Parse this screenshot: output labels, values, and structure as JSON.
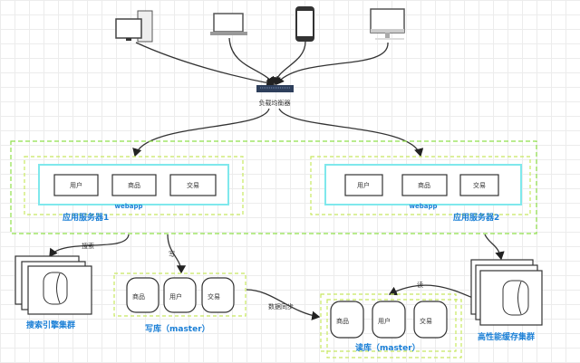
{
  "clients": [
    {
      "icon": "desktop-pc-icon"
    },
    {
      "icon": "laptop-icon"
    },
    {
      "icon": "smartphone-icon"
    },
    {
      "icon": "imac-icon"
    }
  ],
  "load_balancer": {
    "label": "负载均衡器",
    "icon": "network-switch-icon"
  },
  "app_servers": [
    {
      "label": "应用服务器1",
      "container": "webapp",
      "modules": [
        "用户",
        "商品",
        "交易"
      ]
    },
    {
      "label": "应用服务器2",
      "container": "webapp",
      "modules": [
        "用户",
        "商品",
        "交易"
      ]
    }
  ],
  "search_cluster": {
    "label": "搜索引擎集群"
  },
  "write_db": {
    "label": "写库（master）",
    "tables": [
      "商品",
      "用户",
      "交易"
    ]
  },
  "read_db": {
    "label": "读库（master）",
    "tables": [
      "商品",
      "用户",
      "交易"
    ]
  },
  "cache_cluster": {
    "label": "高性能缓存集群"
  },
  "edges": {
    "search": "搜索",
    "write": "写",
    "sync": "数据同步",
    "read": "读"
  },
  "colors": {
    "group_border": "#8fe04a",
    "container_border": "#7fe8ec",
    "label": "#1a7fd6"
  }
}
